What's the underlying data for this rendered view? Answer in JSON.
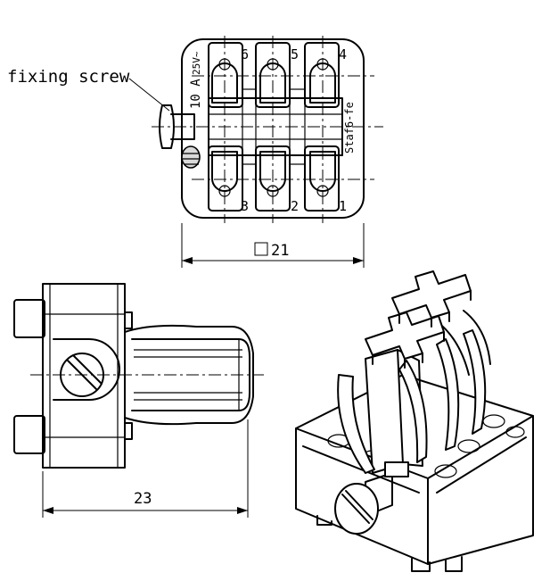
{
  "labels": {
    "fixing_screw": "fixing screw",
    "rating_10a": "10 A",
    "rating_volt": "25V~",
    "type_code": "Staf6-fe",
    "square_dim": "21",
    "side_dim": "23",
    "pins": [
      "1",
      "2",
      "3",
      "4",
      "5",
      "6"
    ]
  },
  "colors": {
    "ink": "#000000",
    "paper": "#ffffff",
    "shade": "#d9d9d9"
  }
}
